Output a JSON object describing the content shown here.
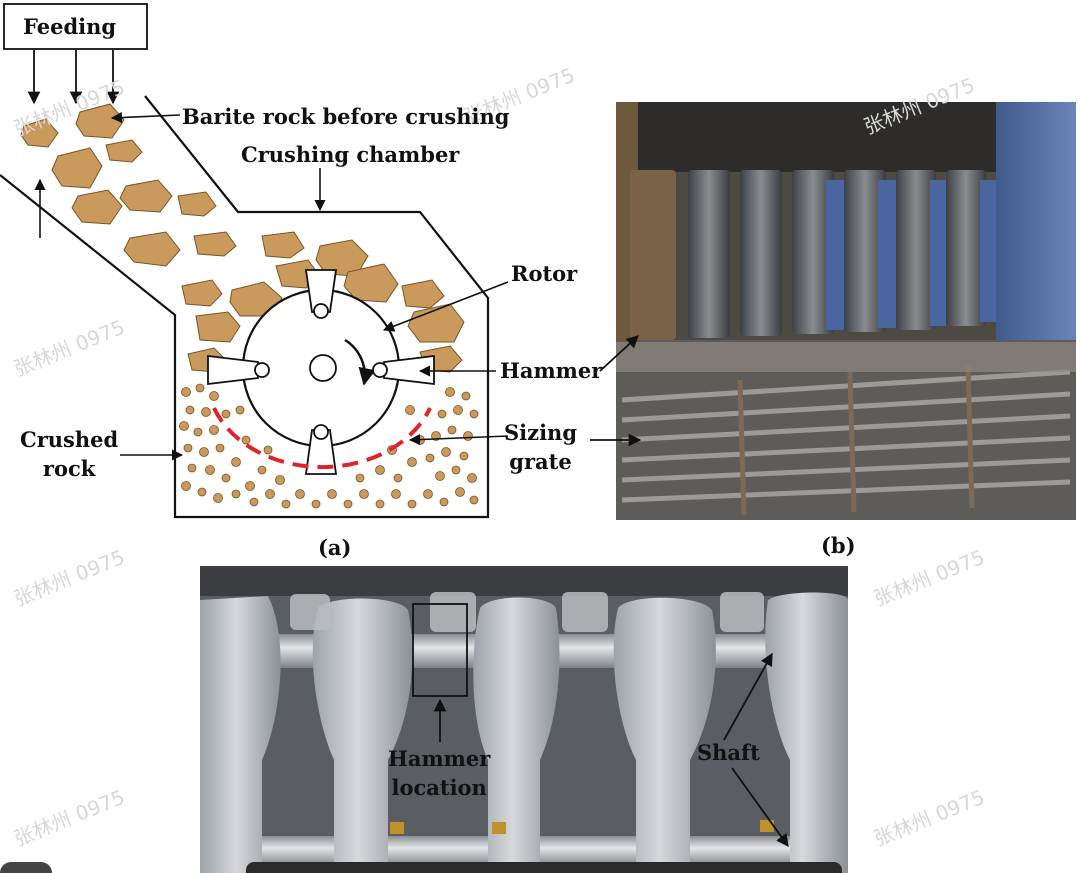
{
  "panel_a": {
    "feeding": "Feeding",
    "barite": "Barite rock before crushing",
    "chamber": "Crushing chamber",
    "rotor": "Rotor",
    "hammer": "Hammer",
    "sizing_line1": "Sizing",
    "sizing_line2": "grate",
    "crushed_line1": "Crushed",
    "crushed_line2": "rock",
    "caption": "(a)"
  },
  "panel_b": {
    "caption": "(b)"
  },
  "panel_c": {
    "hammer_loc_line1": "Hammer",
    "hammer_loc_line2": "location",
    "shaft": "Shaft"
  },
  "watermark": "张林州 0975",
  "colors": {
    "rock": "#c99a5b",
    "rock_edge": "#7a5528",
    "grate_dash": "#e0222a"
  }
}
